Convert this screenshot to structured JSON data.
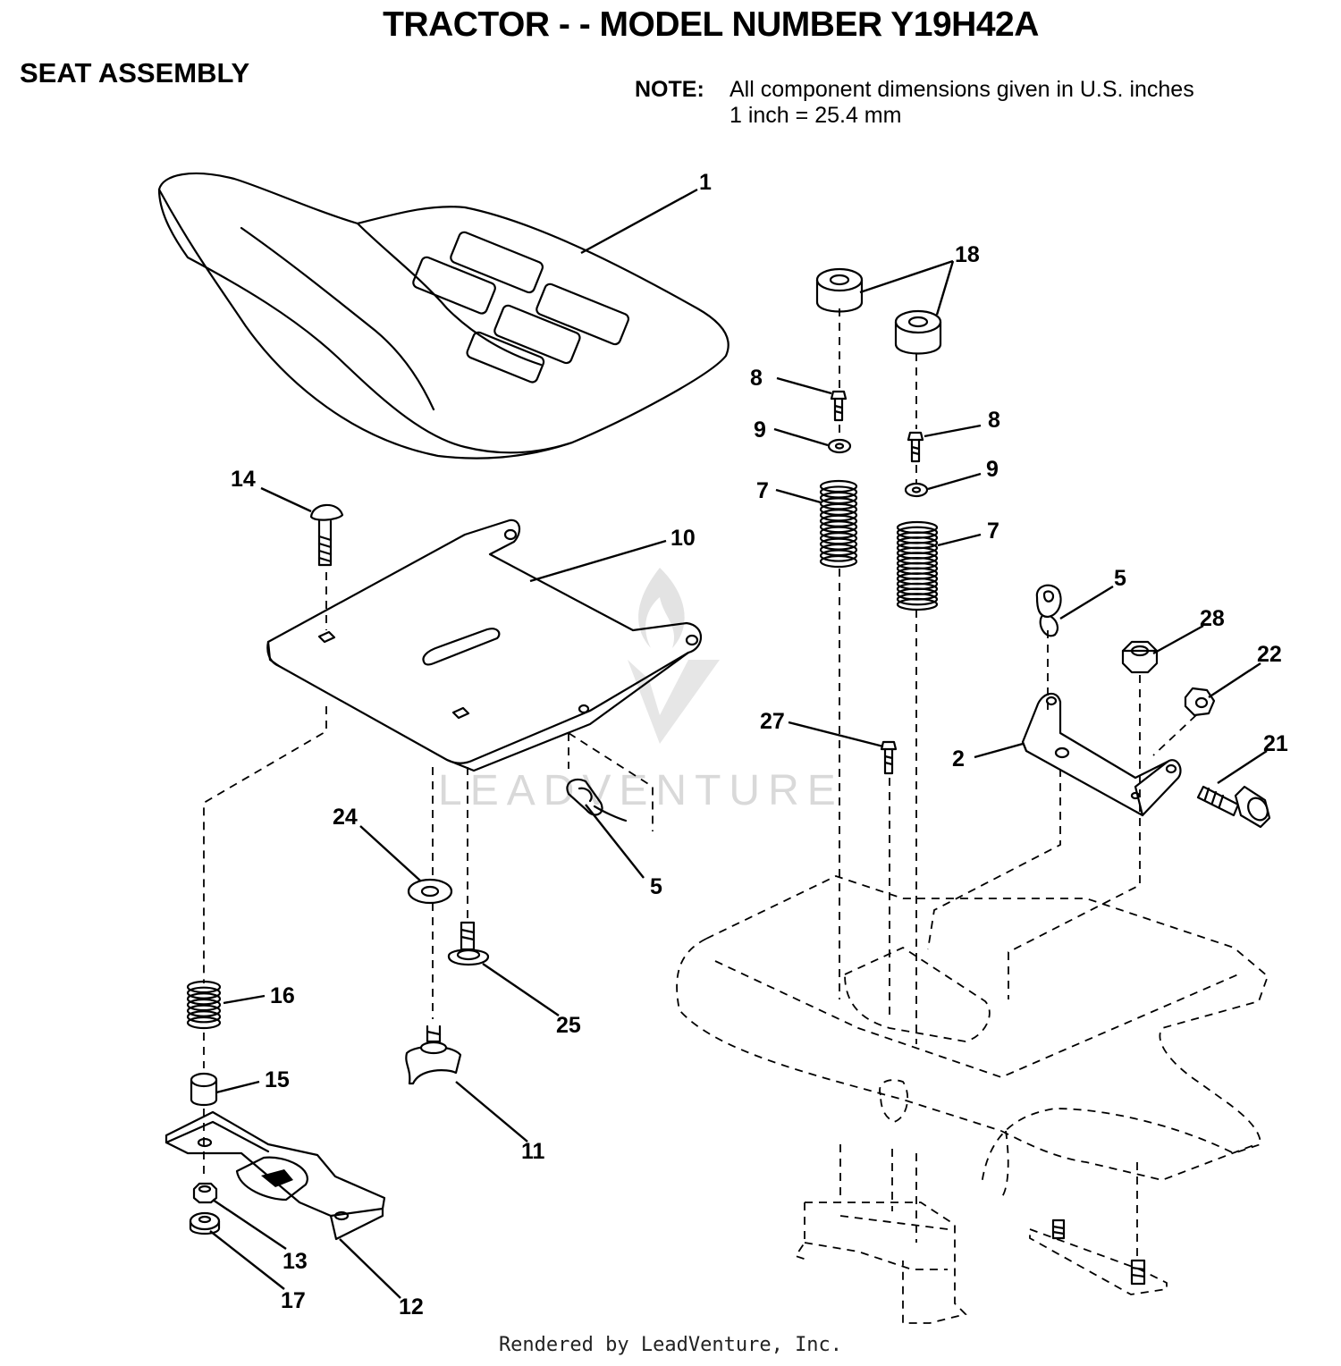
{
  "header": {
    "title": "TRACTOR - - MODEL NUMBER Y19H42A",
    "section": "SEAT ASSEMBLY",
    "note_label": "NOTE:",
    "note_line1": "All component dimensions given in U.S. inches",
    "note_line2": "1 inch = 25.4 mm"
  },
  "callouts": {
    "c1": "1",
    "c2": "2",
    "c5a": "5",
    "c5b": "5",
    "c7a": "7",
    "c7b": "7",
    "c8a": "8",
    "c8b": "8",
    "c9a": "9",
    "c9b": "9",
    "c10": "10",
    "c11": "11",
    "c12": "12",
    "c13": "13",
    "c14": "14",
    "c15": "15",
    "c16": "16",
    "c17": "17",
    "c18": "18",
    "c21": "21",
    "c22": "22",
    "c24": "24",
    "c25": "25",
    "c27": "27",
    "c28": "28"
  },
  "watermark": "LEADVENTURE",
  "footer": "Rendered by LeadVenture, Inc."
}
